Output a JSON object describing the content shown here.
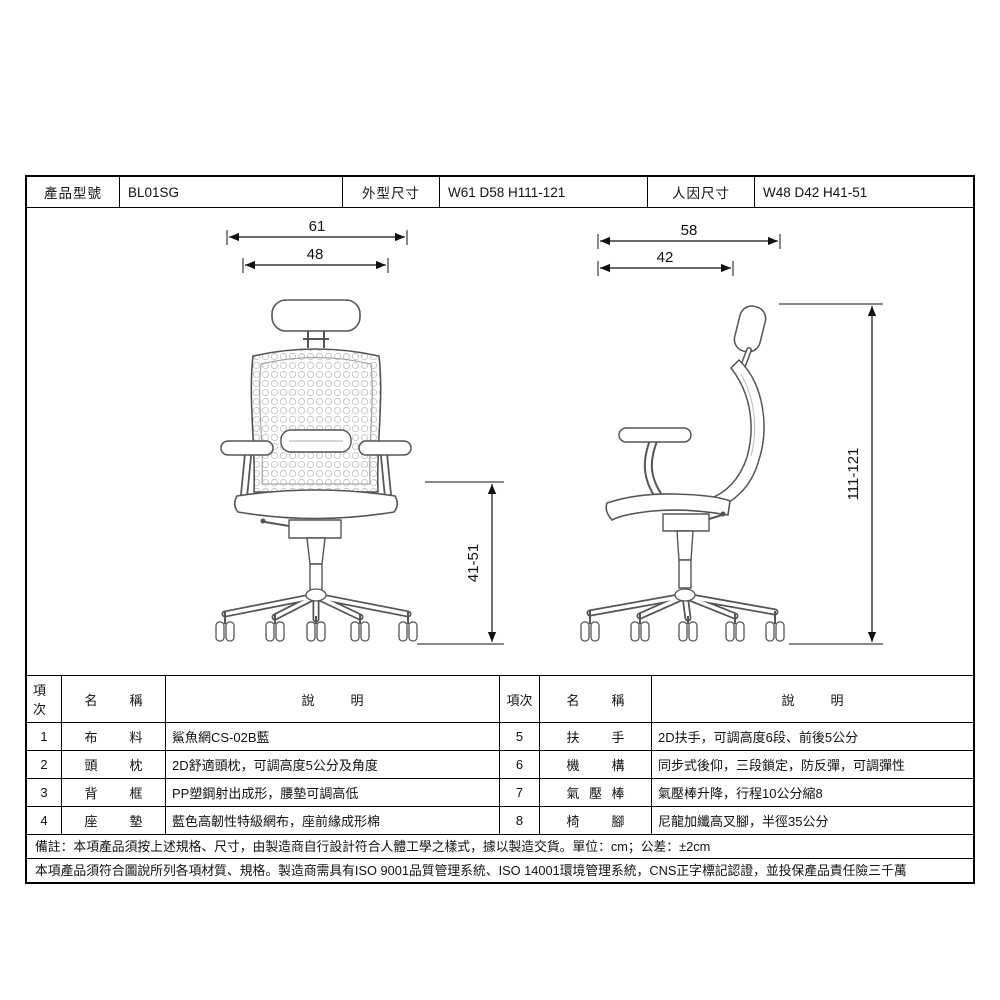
{
  "header": {
    "model_label": "產品型號",
    "model_value": "BL01SG",
    "outer_label": "外型尺寸",
    "outer_value": "W61 D58 H111-121",
    "human_label": "人因尺寸",
    "human_value": "W48 D42 H41-51"
  },
  "dimensions": {
    "front_width": "61",
    "front_inner_width": "48",
    "seat_height": "41-51",
    "side_depth": "58",
    "side_inner_depth": "42",
    "total_height": "111-121"
  },
  "parts": {
    "col_item": "項次",
    "col_name": "名稱",
    "col_desc": "說明",
    "left": [
      {
        "item": "1",
        "name": "布料",
        "desc": "鯊魚網CS-02B藍"
      },
      {
        "item": "2",
        "name": "頭枕",
        "desc": "2D舒適頭枕，可調高度5公分及角度"
      },
      {
        "item": "3",
        "name": "背框",
        "desc": "PP塑鋼射出成形，腰墊可調高低"
      },
      {
        "item": "4",
        "name": "座墊",
        "desc": "藍色高韌性特級網布，座前緣成形棉"
      }
    ],
    "right": [
      {
        "item": "5",
        "name": "扶手",
        "desc": "2D扶手，可調高度6段、前後5公分"
      },
      {
        "item": "6",
        "name": "機構",
        "desc": "同步式後仰，三段鎖定，防反彈，可調彈性"
      },
      {
        "item": "7",
        "name": "氣壓棒",
        "desc": "氣壓棒升降，行程10公分縮8"
      },
      {
        "item": "8",
        "name": "椅腳",
        "desc": "尼龍加纖高叉腳，半徑35公分"
      }
    ]
  },
  "notes": [
    "備註：本項產品須按上述規格、尺寸，由製造商自行設計符合人體工學之樣式，據以製造交貨。單位：cm；公差：±2cm",
    "本項產品須符合圖說所列各項材質、規格。製造商需具有ISO 9001品質管理系統、ISO 14001環境管理系統，CNS正字標記認證，並投保產品責任險三千萬"
  ]
}
